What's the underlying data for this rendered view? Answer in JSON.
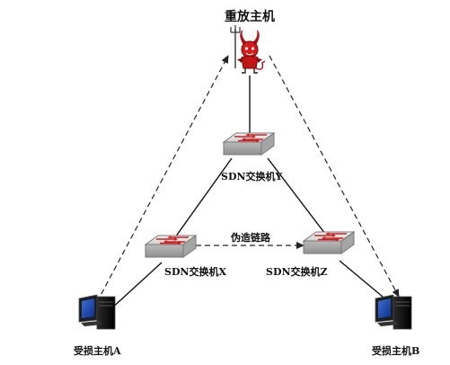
{
  "labels": {
    "replay_host": "重放主机",
    "switch_y": "SDN交换机Y",
    "switch_x": "SDN交换机X",
    "switch_z": "SDN交换机Z",
    "fake_link": "伪造链路",
    "victim_a": "受损主机A",
    "victim_b": "受损主机B"
  },
  "nodes": [
    {
      "id": "replay-host",
      "icon": "devil-icon"
    },
    {
      "id": "switch-y",
      "icon": "switch-icon"
    },
    {
      "id": "switch-x",
      "icon": "switch-icon"
    },
    {
      "id": "switch-z",
      "icon": "switch-icon"
    },
    {
      "id": "host-a",
      "icon": "computer-icon"
    },
    {
      "id": "host-b",
      "icon": "computer-icon"
    }
  ],
  "edges": [
    {
      "from": "replay-host",
      "to": "switch-y",
      "style": "solid"
    },
    {
      "from": "switch-y",
      "to": "switch-x",
      "style": "solid"
    },
    {
      "from": "switch-y",
      "to": "switch-z",
      "style": "solid"
    },
    {
      "from": "switch-x",
      "to": "host-a",
      "style": "solid"
    },
    {
      "from": "switch-z",
      "to": "host-b",
      "style": "solid"
    },
    {
      "from": "switch-x",
      "to": "switch-z",
      "style": "dashed-arrow",
      "label": "fake_link"
    },
    {
      "from": "host-a",
      "to": "replay-host",
      "style": "dashed-arrow"
    },
    {
      "from": "replay-host",
      "to": "host-b",
      "style": "dashed-arrow"
    }
  ]
}
